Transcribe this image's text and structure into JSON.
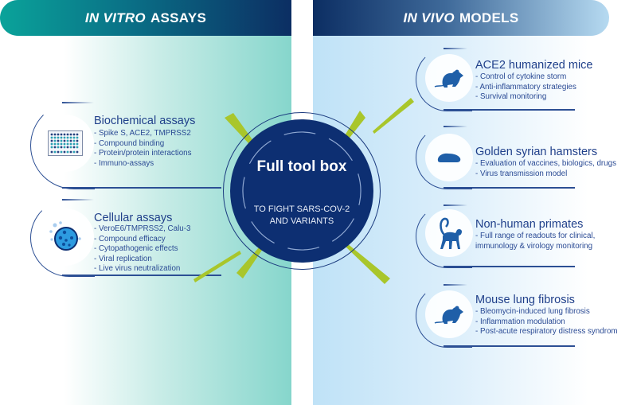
{
  "headers": {
    "left": {
      "italic": "IN VITRO",
      "rest": "ASSAYS"
    },
    "right": {
      "italic": "IN VIVO",
      "rest": "MODELS"
    }
  },
  "center": {
    "title": "Full tool box",
    "subtitle_line1": "TO FIGHT SARS-COV-2",
    "subtitle_line2": "AND VARIANTS"
  },
  "in_vitro": [
    {
      "title": "Biochemical assays",
      "icon": "microplate-icon",
      "items": [
        "- Spike S, ACE2, TMPRSS2",
        "- Compound binding",
        "- Protein/protein interactions",
        "- Immuno-assays"
      ]
    },
    {
      "title": "Cellular assays",
      "icon": "cell-icon",
      "items": [
        "- VeroE6/TMPRSS2, Calu-3",
        "- Compound efficacy",
        "- Cytopathogenic effects",
        "- Viral replication",
        "- Live virus neutralization"
      ]
    }
  ],
  "in_vivo": [
    {
      "title": "ACE2 humanized mice",
      "icon": "mouse-icon",
      "items": [
        "- Control of cytokine storm",
        "- Anti-inflammatory strategies",
        "- Survival monitoring"
      ]
    },
    {
      "title": "Golden syrian hamsters",
      "icon": "hamster-icon",
      "items": [
        "- Evaluation of vaccines, biologics, drugs",
        "- Virus transmission model"
      ]
    },
    {
      "title": "Non-human primates",
      "icon": "monkey-icon",
      "items": [
        "- Full range of readouts for clinical,",
        "immunology & virology monitoring"
      ]
    },
    {
      "title": "Mouse lung fibrosis",
      "icon": "mouse-icon",
      "items": [
        "- Bleomycin-induced lung fibrosis",
        "- Inflammation modulation",
        "- Post-acute respiratory distress syndrom"
      ]
    }
  ],
  "colors": {
    "navy": "#0d2f72",
    "teal": "#0aa39a",
    "lime": "#a9c62b",
    "text_blue": "#2a4a94",
    "light_blue": "#bfe2f7",
    "mint": "#86d6cc"
  }
}
